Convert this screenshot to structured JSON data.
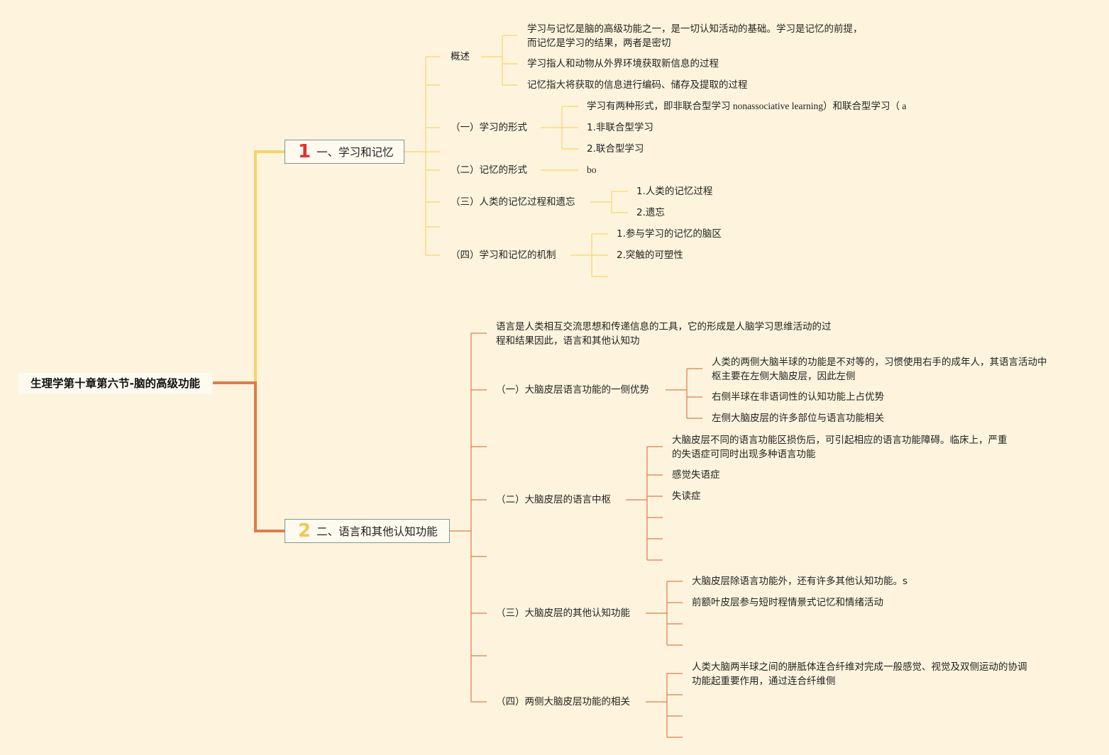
{
  "root": {
    "label": "生理学第十章第六节-脑的高级功能"
  },
  "branches": [
    {
      "number": "1",
      "label": "一、学习和记忆",
      "color": "#f6d36a",
      "children": [
        {
          "label": "概述",
          "children": [
            {
              "lines": [
                "学习与记忆是脑的高级功能之一，是一切认知活动的基础。学习是记忆的前提，",
                "而记忆是学习的结果，两者是密切"
              ]
            },
            {
              "lines": [
                "学习指人和动物从外界环境获取新信息的过程"
              ]
            },
            {
              "lines": [
                "记忆指大将获取的信息进行编码、储存及提取的过程"
              ]
            }
          ]
        },
        {
          "label": "（一）学习的形式",
          "children": [
            {
              "lines": [
                "学习有两种形式，即非联合型学习 nonassociative learning）和联合型学习（ a"
              ]
            },
            {
              "lines": [
                "1.非联合型学习"
              ]
            },
            {
              "lines": [
                "2.联合型学习"
              ]
            }
          ]
        },
        {
          "label": "（二）记忆的形式",
          "children": [
            {
              "lines": [
                "bo"
              ]
            }
          ]
        },
        {
          "label": "（三）人类的记忆过程和遗忘",
          "children": [
            {
              "lines": [
                "1.人类的记忆过程"
              ]
            },
            {
              "lines": [
                "2.遗忘"
              ]
            }
          ]
        },
        {
          "label": "（四）学习和记忆的机制",
          "children": [
            {
              "lines": [
                "1.参与学习的记忆的脑区"
              ]
            },
            {
              "lines": [
                "2.突触的可塑性"
              ]
            },
            {
              "lines": [
                ""
              ]
            }
          ]
        }
      ]
    },
    {
      "number": "2",
      "label": "二、语言和其他认知功能",
      "color": "#e17a4c",
      "children": [
        {
          "label": "",
          "lines": [
            "语言是人类相互交流思想和传递信息的工具，它的形成是人脑学习思维活动的过",
            "程和结果因此，语言和其他认知功"
          ],
          "children": []
        },
        {
          "label": "（一）大脑皮层语言功能的一侧优势",
          "children": [
            {
              "lines": [
                "人类的两侧大脑半球的功能是不对等的，习惯使用右手的成年人，其语言活动中",
                "枢主要在左侧大脑皮层，因此左侧"
              ]
            },
            {
              "lines": [
                "右侧半球在非语词性的认知功能上占优势"
              ]
            },
            {
              "lines": [
                "左侧大脑皮层的许多部位与语言功能相关"
              ]
            }
          ]
        },
        {
          "label": "（二）大脑皮层的语言中枢",
          "children": [
            {
              "lines": [
                "大脑皮层不同的语言功能区损伤后，可引起相应的语言功能障碍。临床上，严重",
                "的失语症可同时出现多种语言功能"
              ]
            },
            {
              "lines": [
                "感觉失语症"
              ]
            },
            {
              "lines": [
                "失读症"
              ]
            },
            {
              "lines": [
                ""
              ]
            },
            {
              "lines": [
                ""
              ]
            },
            {
              "lines": [
                ""
              ]
            }
          ]
        },
        {
          "label": "（三）大脑皮层的其他认知功能",
          "children": [
            {
              "lines": [
                "大脑皮层除语言功能外，还有许多其他认知功能。s"
              ]
            },
            {
              "lines": [
                "前额叶皮层参与短时程情景式记忆和情绪活动"
              ]
            },
            {
              "lines": [
                ""
              ]
            },
            {
              "lines": [
                ""
              ]
            }
          ]
        },
        {
          "label": "（四）两侧大脑皮层功能的相关",
          "children": [
            {
              "lines": [
                "人类大脑两半球之间的胼胝体连合纤维对完成一般感觉、视觉及双侧运动的协调",
                "功能起重要作用，通过连合纤维侧"
              ]
            },
            {
              "lines": [
                ""
              ]
            },
            {
              "lines": [
                ""
              ]
            },
            {
              "lines": [
                ""
              ]
            }
          ]
        }
      ]
    }
  ]
}
